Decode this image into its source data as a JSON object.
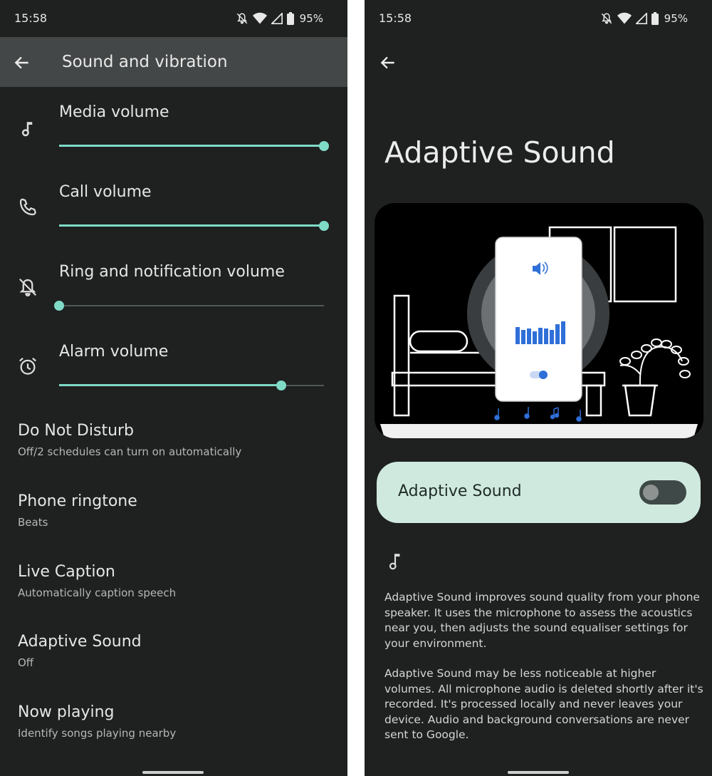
{
  "left": {
    "status": {
      "time": "15:58",
      "battery": "95%"
    },
    "appbar": {
      "title": "Sound and vibration"
    },
    "volumes": [
      {
        "label": "Media volume",
        "icon": "music-note-icon",
        "level": 1.0
      },
      {
        "label": "Call volume",
        "icon": "phone-icon",
        "level": 1.0
      },
      {
        "label": "Ring and notification volume",
        "icon": "bell-off-icon",
        "level": 0.0
      },
      {
        "label": "Alarm volume",
        "icon": "alarm-clock-icon",
        "level": 0.84
      }
    ],
    "items": [
      {
        "title": "Do Not Disturb",
        "subtitle": "Off/2 schedules can turn on automatically"
      },
      {
        "title": "Phone ringtone",
        "subtitle": "Beats"
      },
      {
        "title": "Live Caption",
        "subtitle": "Automatically caption speech"
      },
      {
        "title": "Adaptive Sound",
        "subtitle": "Off"
      },
      {
        "title": "Now playing",
        "subtitle": "Identify songs playing nearby"
      }
    ]
  },
  "right": {
    "status": {
      "time": "15:58",
      "battery": "95%"
    },
    "title": "Adaptive Sound",
    "toggle": {
      "label": "Adaptive Sound",
      "on": false
    },
    "paragraphs": [
      "Adaptive Sound improves sound quality from your phone speaker. It uses the microphone to assess the acoustics near you, then adjusts the sound equaliser settings for your environment.",
      "Adaptive Sound may be less noticeable at higher volumes. All microphone audio is deleted shortly after it's recorded. It's processed locally and never leaves your device. Audio and background conversations are never sent to Google."
    ]
  },
  "colors": {
    "background": "#1f2020",
    "appbar": "#444747",
    "accent": "#7fdbc6",
    "card": "#cfe9de",
    "illustration_blue": "#2f6fd8"
  }
}
